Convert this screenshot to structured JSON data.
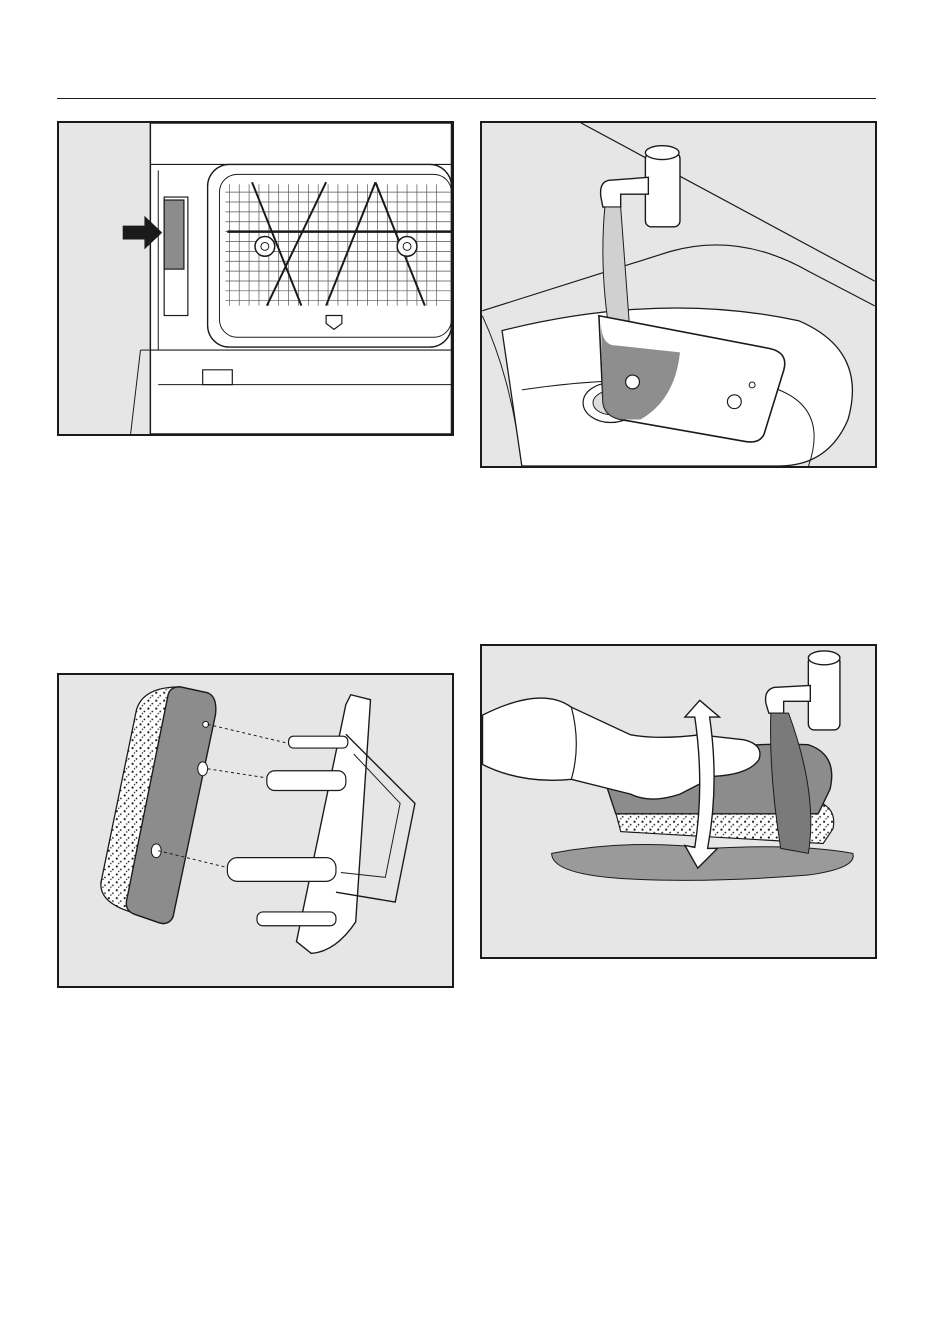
{
  "page": {
    "colors": {
      "figure_background": "#e6e6e6",
      "line": "#1a1a1a",
      "sponge_grey": "#8c8c8c",
      "water_grey": "#7a7a7a"
    }
  },
  "figures": [
    {
      "id": "fig1",
      "icon": "arrow-right-icon"
    },
    {
      "id": "fig2",
      "icon": "faucet-icon"
    },
    {
      "id": "fig3",
      "icon": "sponge-filter-icon"
    },
    {
      "id": "fig4",
      "icon": "rotate-arrow-icon"
    }
  ]
}
